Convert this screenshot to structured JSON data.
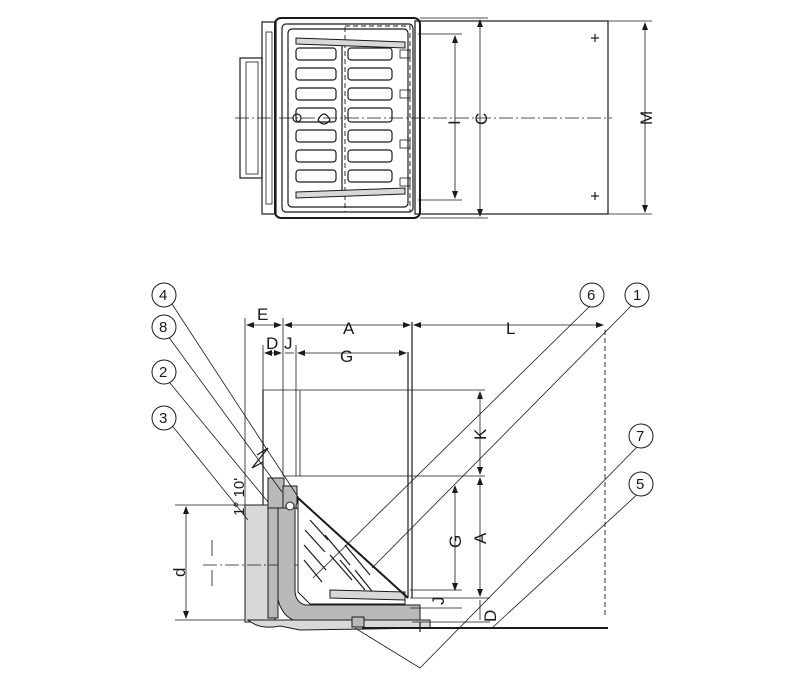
{
  "labels": {
    "A_top": "A",
    "A_side": "A",
    "C": "C",
    "D_top": "D",
    "D_side": "D",
    "E": "E",
    "G_top": "G",
    "G_side": "G",
    "I": "I",
    "J_top": "J",
    "J_side": "J",
    "K": "K",
    "L": "L",
    "M": "M",
    "d": "d",
    "angle": "1° 10'"
  },
  "callouts": [
    "1",
    "2",
    "3",
    "4",
    "5",
    "6",
    "7",
    "8"
  ]
}
